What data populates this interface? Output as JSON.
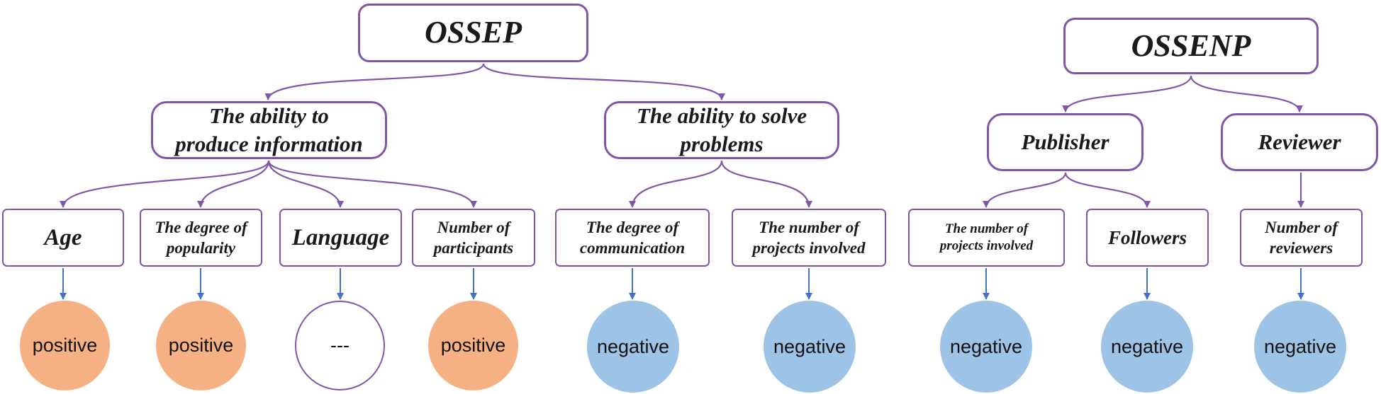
{
  "colors": {
    "box_border": "#8256a6",
    "link": "#8256a6",
    "arrow": "#4472c4",
    "positive": "#f5b183",
    "negative": "#9dc3e6"
  },
  "roots": {
    "ossep": "OSSEP",
    "ossenp": "OSSENP"
  },
  "categories": {
    "produce_info": "The ability to\nproduce information",
    "solve_problems": "The ability to solve\nproblems",
    "publisher": "Publisher",
    "reviewer": "Reviewer"
  },
  "factors": [
    {
      "id": "age",
      "label": "Age",
      "effect": "positive",
      "effect_label": "positive"
    },
    {
      "id": "popularity",
      "label": "The degree of\npopularity",
      "effect": "positive",
      "effect_label": "positive"
    },
    {
      "id": "language",
      "label": "Language",
      "effect": "neutral",
      "effect_label": "---"
    },
    {
      "id": "participants",
      "label": "Number of\nparticipants",
      "effect": "positive",
      "effect_label": "positive"
    },
    {
      "id": "communication",
      "label": "The degree of\ncommunication",
      "effect": "negative",
      "effect_label": "negative"
    },
    {
      "id": "projects-a",
      "label": "The number of\nprojects involved",
      "effect": "negative",
      "effect_label": "negative"
    },
    {
      "id": "projects-b",
      "label": "The number of\nprojects involved",
      "effect": "negative",
      "effect_label": "negative"
    },
    {
      "id": "followers",
      "label": "Followers",
      "effect": "negative",
      "effect_label": "negative"
    },
    {
      "id": "reviewers",
      "label": "Number of\nreviewers",
      "effect": "negative",
      "effect_label": "negative"
    }
  ]
}
